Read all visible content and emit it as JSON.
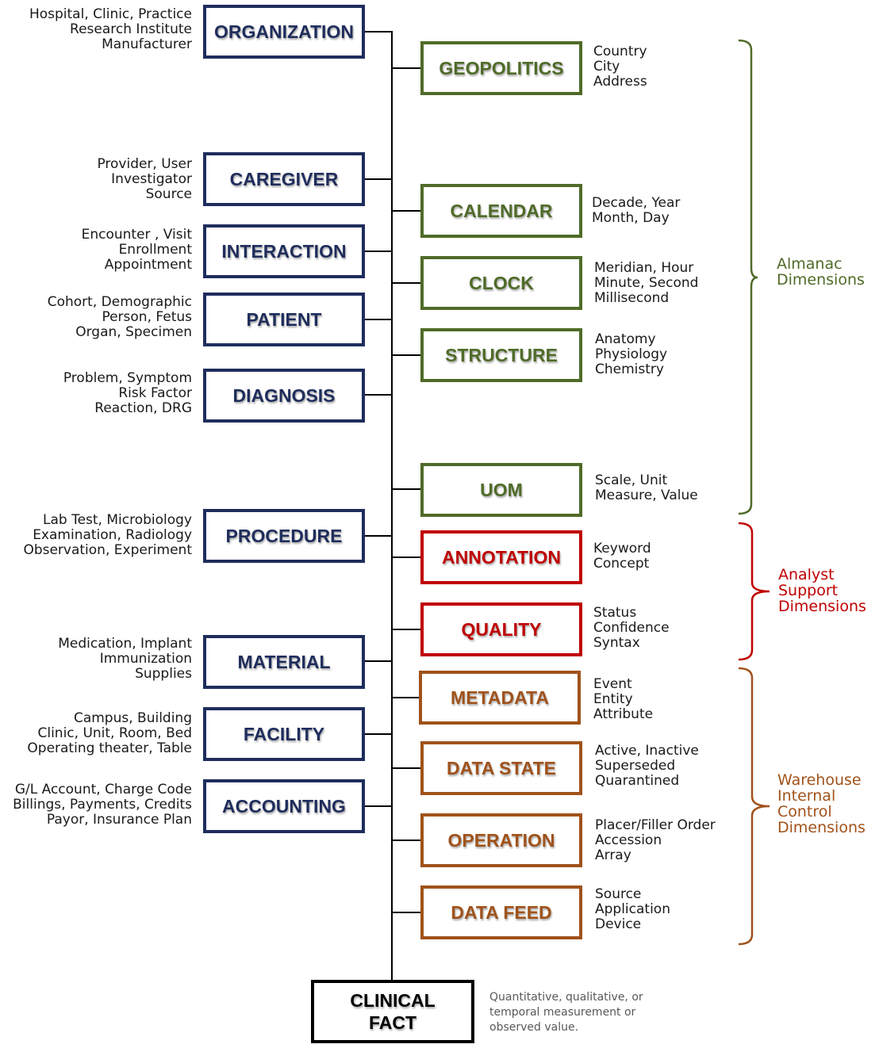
{
  "colors": {
    "left_dimension": "#1f2d5c",
    "almanac": "#4f6b28",
    "analyst": "#c00000",
    "warehouse": "#a0521a",
    "fact": "#000000",
    "note": "#595959"
  },
  "left_dimensions": [
    {
      "label": "ORGANIZATION",
      "lines": [
        "Hospital, Clinic, Practice",
        "Research Institute",
        "Manufacturer"
      ]
    },
    {
      "label": "CAREGIVER",
      "lines": [
        "Provider, User",
        "Investigator",
        "Source"
      ]
    },
    {
      "label": "INTERACTION",
      "lines": [
        "Encounter , Visit",
        "Enrollment",
        "Appointment"
      ]
    },
    {
      "label": "PATIENT",
      "lines": [
        "Cohort, Demographic",
        "Person, Fetus",
        "Organ, Specimen"
      ]
    },
    {
      "label": "DIAGNOSIS",
      "lines": [
        "Problem, Symptom",
        "Risk Factor",
        "Reaction, DRG"
      ]
    },
    {
      "label": "PROCEDURE",
      "lines": [
        "Lab Test, Microbiology",
        "Examination, Radiology",
        "Observation, Experiment"
      ]
    },
    {
      "label": "MATERIAL",
      "lines": [
        "Medication, Implant",
        "Immunization",
        "Supplies"
      ]
    },
    {
      "label": "FACILITY",
      "lines": [
        "Campus, Building",
        "Clinic, Unit, Room, Bed",
        "Operating theater, Table"
      ]
    },
    {
      "label": "ACCOUNTING",
      "lines": [
        "G/L Account, Charge Code",
        "Billings, Payments, Credits",
        "Payor, Insurance Plan"
      ]
    }
  ],
  "right_dimensions": [
    {
      "label": "GEOPOLITICS",
      "group": "almanac",
      "lines": [
        "Country",
        "City",
        "Address"
      ]
    },
    {
      "label": "CALENDAR",
      "group": "almanac",
      "lines": [
        "Decade, Year",
        "Month, Day"
      ]
    },
    {
      "label": "CLOCK",
      "group": "almanac",
      "lines": [
        "Meridian, Hour",
        "Minute, Second",
        "Millisecond"
      ]
    },
    {
      "label": "STRUCTURE",
      "group": "almanac",
      "lines": [
        "Anatomy",
        "Physiology",
        "Chemistry"
      ]
    },
    {
      "label": "UOM",
      "group": "almanac",
      "lines": [
        "Scale, Unit",
        "Measure, Value"
      ]
    },
    {
      "label": "ANNOTATION",
      "group": "analyst",
      "lines": [
        "Keyword",
        "Concept"
      ]
    },
    {
      "label": "QUALITY",
      "group": "analyst",
      "lines": [
        "Status",
        "Confidence",
        "Syntax"
      ]
    },
    {
      "label": "METADATA",
      "group": "warehouse",
      "lines": [
        "Event",
        "Entity",
        "Attribute"
      ]
    },
    {
      "label": "DATA STATE",
      "group": "warehouse",
      "lines": [
        "Active, Inactive",
        "Superseded",
        "Quarantined"
      ]
    },
    {
      "label": "OPERATION",
      "group": "warehouse",
      "lines": [
        "Placer/Filler Order",
        "Accession",
        "Array"
      ]
    },
    {
      "label": "DATA FEED",
      "group": "warehouse",
      "lines": [
        "Source",
        "Application",
        "Device"
      ]
    }
  ],
  "groups": {
    "almanac": {
      "lines": [
        "Almanac",
        "Dimensions"
      ]
    },
    "analyst": {
      "lines": [
        "Analyst",
        "Support",
        "Dimensions"
      ]
    },
    "warehouse": {
      "lines": [
        "Warehouse",
        "Internal",
        "Control",
        "Dimensions"
      ]
    }
  },
  "fact": {
    "lines": [
      "CLINICAL",
      "FACT"
    ],
    "note_lines": [
      "Quantitative, qualitative, or",
      "temporal measurement or",
      "observed value."
    ]
  }
}
